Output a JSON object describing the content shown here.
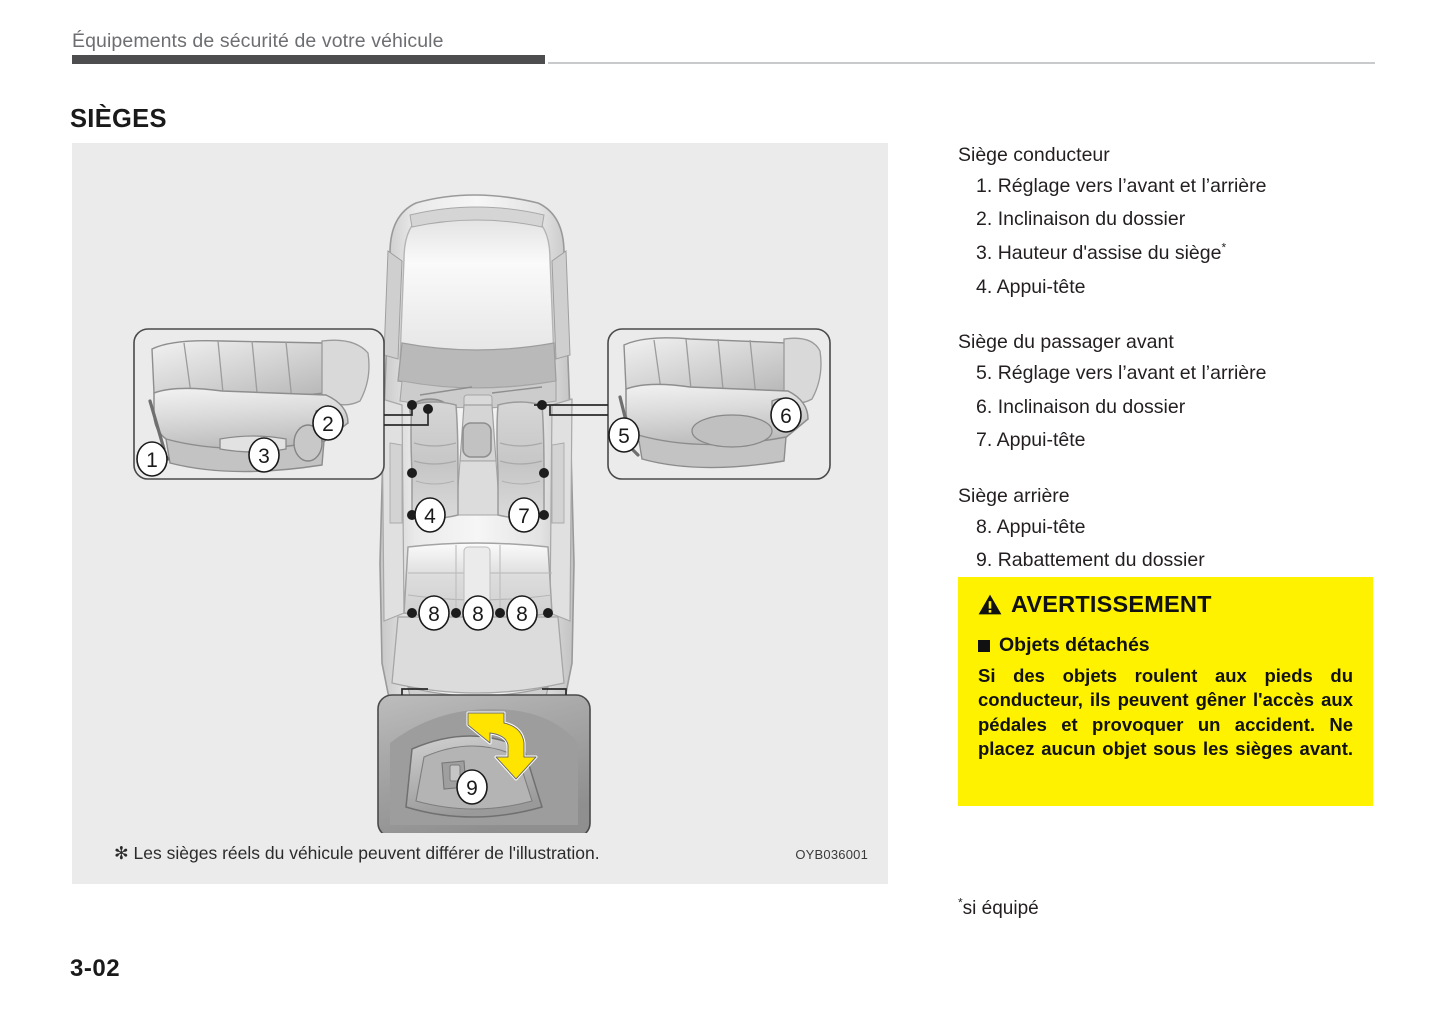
{
  "header": {
    "running_head": "Équipements de sécurité de votre véhicule",
    "rule_dark_color": "#4d4d4f",
    "rule_light_color": "#c9cacb"
  },
  "page_title": "SIÈGES",
  "figure": {
    "caption_mark": "✻",
    "caption": "Les sièges réels du véhicule peuvent différer de l'illustration.",
    "code": "OYB036001",
    "background_color": "#ebebeb",
    "callouts": {
      "left_seat": [
        "1",
        "2",
        "3"
      ],
      "right_seat": [
        "5",
        "6"
      ],
      "car_front": [
        "4",
        "7"
      ],
      "car_rear": [
        "8",
        "8",
        "8"
      ],
      "inset": [
        "9"
      ]
    },
    "arrow_color": "#ffe400"
  },
  "sections": [
    {
      "heading": "Siège conducteur",
      "items": [
        {
          "num": "1.",
          "label": "Réglage vers l’avant et l’arrière",
          "mark": ""
        },
        {
          "num": "2.",
          "label": "Inclinaison du dossier",
          "mark": ""
        },
        {
          "num": "3.",
          "label": "Hauteur d'assise du siège",
          "mark": "*"
        },
        {
          "num": "4.",
          "label": "Appui-tête",
          "mark": ""
        }
      ]
    },
    {
      "heading": "Siège du passager avant",
      "items": [
        {
          "num": "5.",
          "label": "Réglage vers l’avant et l’arrière",
          "mark": ""
        },
        {
          "num": "6.",
          "label": "Inclinaison du dossier",
          "mark": ""
        },
        {
          "num": "7.",
          "label": "Appui-tête",
          "mark": ""
        }
      ]
    },
    {
      "heading": "Siège arrière",
      "items": [
        {
          "num": "8.",
          "label": "Appui-tête",
          "mark": ""
        },
        {
          "num": "9.",
          "label": "Rabattement du dossier",
          "mark": ""
        }
      ]
    }
  ],
  "warning": {
    "title": "AVERTISSEMENT",
    "subtitle": "Objets détachés",
    "body": "Si des objets roulent aux pieds du conducteur, ils peuvent gêner l'accès aux pédales et provoquer un accident. Ne placez aucun objet sous les sièges avant.",
    "background_color": "#fff200",
    "text_color": "#111111"
  },
  "footnote": {
    "mark": "*",
    "text": "si équipé"
  },
  "folio": "3-02"
}
